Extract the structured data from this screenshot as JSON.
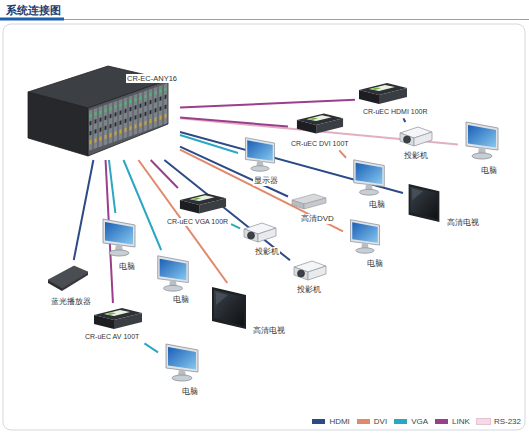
{
  "diagram": {
    "title": "系统连接图",
    "nodes": [
      {
        "text": [
          "CR-EC-ANY16"
        ]
      },
      {
        "text": [
          "CR-uEC HDMI 100R"
        ]
      },
      {
        "text": [
          "投影机"
        ]
      },
      {
        "text": [
          "电脑"
        ]
      },
      {
        "text": [
          "CR-uEC DVI 100T"
        ]
      },
      {
        "text": [
          "显示器"
        ]
      },
      {
        "text": [
          "电脑"
        ]
      },
      {
        "text": [
          "高清DVD"
        ]
      },
      {
        "text": [
          "高清电视"
        ]
      },
      {
        "text": [
          "CR-uEC VGA 100R"
        ]
      },
      {
        "text": [
          "投影机"
        ]
      },
      {
        "text": [
          "电脑"
        ]
      },
      {
        "text": [
          "投影机"
        ]
      },
      {
        "text": [
          "电脑"
        ]
      },
      {
        "text": [
          "电脑"
        ]
      },
      {
        "text": [
          "蓝光播放器"
        ]
      },
      {
        "text": [
          "高清电视"
        ]
      },
      {
        "text": [
          "CR-uEC AV 100T"
        ]
      },
      {
        "text": [
          "电脑"
        ]
      }
    ],
    "edges": [
      {
        "from": 0,
        "to": 1,
        "arrow": "none"
      },
      {
        "from": 1,
        "to": 2,
        "arrow": "none"
      },
      {
        "from": 0,
        "to": 3,
        "arrow": "none"
      },
      {
        "from": 0,
        "to": 4,
        "arrow": "none"
      },
      {
        "from": 4,
        "to": 6,
        "arrow": "none"
      },
      {
        "from": 0,
        "to": 5,
        "arrow": "none"
      },
      {
        "from": 0,
        "to": 7,
        "arrow": "none"
      },
      {
        "from": 0,
        "to": 8,
        "arrow": "none"
      },
      {
        "from": 0,
        "to": 9,
        "arrow": "none"
      },
      {
        "from": 9,
        "to": 10,
        "arrow": "none"
      },
      {
        "from": 0,
        "to": 11,
        "arrow": "none"
      },
      {
        "from": 0,
        "to": 12,
        "arrow": "none"
      },
      {
        "from": 0,
        "to": 13,
        "arrow": "none"
      },
      {
        "from": 0,
        "to": 14,
        "arrow": "none"
      },
      {
        "from": 0,
        "to": 15,
        "arrow": "none"
      },
      {
        "from": 0,
        "to": 16,
        "arrow": "none"
      },
      {
        "from": 0,
        "to": 17,
        "arrow": "none"
      },
      {
        "from": 17,
        "to": 18,
        "arrow": "none"
      }
    ],
    "legend": [
      {
        "text": "HDMI",
        "color": "#2b4a86"
      },
      {
        "text": "DVI",
        "color": "#e2896a"
      },
      {
        "text": "VGA",
        "color": "#2aa7c2"
      },
      {
        "text": "LINK",
        "color": "#9a3f8c"
      },
      {
        "text": "RS-232",
        "color": "#f3dbe5"
      }
    ]
  }
}
